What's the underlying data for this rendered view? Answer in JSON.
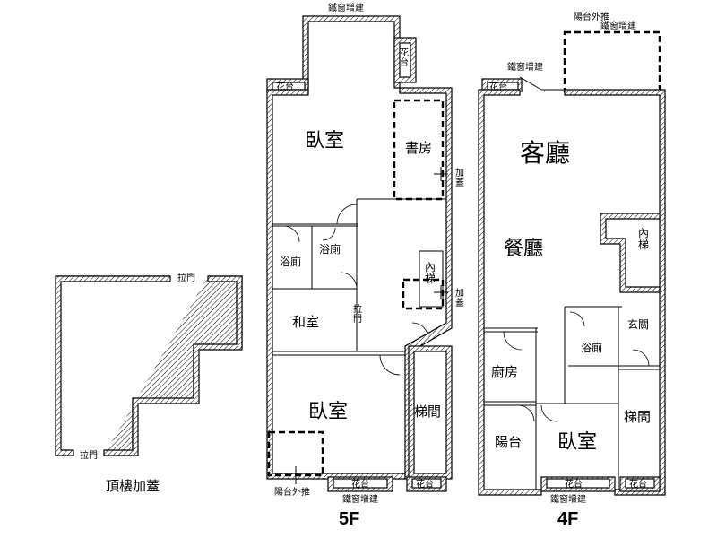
{
  "rooftop": {
    "title": "頂樓加蓋",
    "door_top": "拉門",
    "door_bottom": "拉門"
  },
  "floor5": {
    "label": "5F",
    "iron_window_top": "鐵窗增建",
    "planter_top": "花台",
    "planter_left": "花台",
    "bedroom_top": "臥室",
    "study": "書房",
    "extension_1": "加蓋",
    "extension_2": "加蓋",
    "bath_1": "浴廁",
    "bath_2": "浴廁",
    "inner_stair": "內梯",
    "japanese_room": "和室",
    "sliding_door": "拉門",
    "bedroom_bottom": "臥室",
    "stairwell": "梯間",
    "balcony_push": "陽台外推",
    "planter_bottom": "花台",
    "planter_bottom_right": "花台",
    "iron_window_bottom": "鐵窗增建"
  },
  "floor4": {
    "label": "4F",
    "balcony_push": "陽台外推",
    "iron_window_top_right": "鐵窗增建",
    "iron_window_left": "鐵窗增建",
    "planter_top": "花台",
    "living_room": "客廳",
    "dining_room": "餐廳",
    "inner_stair": "內梯",
    "entrance": "玄關",
    "bath": "浴廁",
    "kitchen": "廚房",
    "balcony": "陽台",
    "bedroom": "臥室",
    "stairwell": "梯間",
    "planter_bottom": "花台",
    "planter_bottom_right": "花台",
    "iron_window_bottom": "鐵窗增建"
  }
}
